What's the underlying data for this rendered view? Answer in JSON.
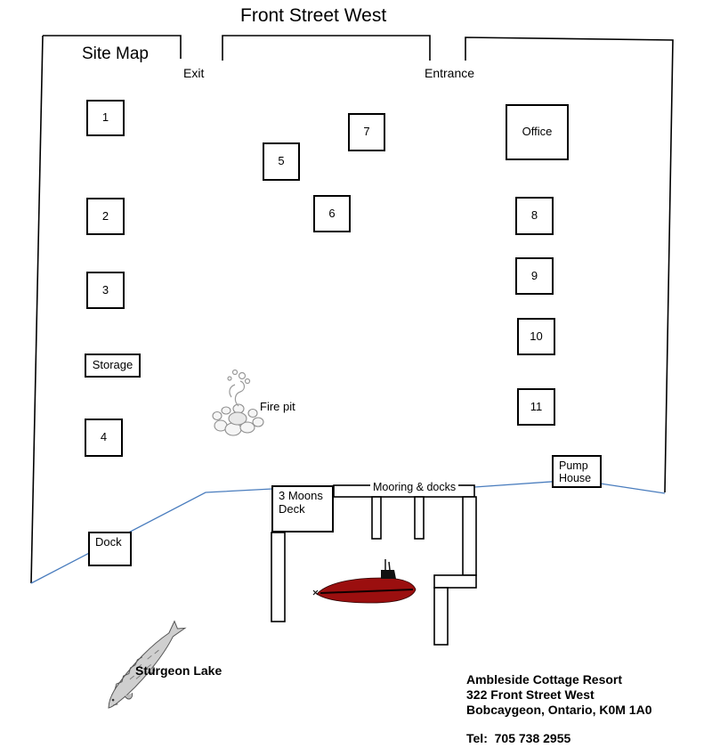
{
  "title": "Front Street West",
  "legend": {
    "site_map": "Site Map",
    "exit": "Exit",
    "entrance": "Entrance"
  },
  "cottages": [
    "1",
    "2",
    "3",
    "4",
    "5",
    "6",
    "7",
    "8",
    "9",
    "10",
    "11"
  ],
  "buildings": {
    "office": "Office",
    "storage": "Storage",
    "pump_house": "Pump House",
    "dock": "Dock",
    "three_moons_deck": "3 Moons Deck",
    "mooring": "Mooring & docks"
  },
  "features": {
    "fire_pit": "Fire pit",
    "sturgeon_lake": "Sturgeon Lake"
  },
  "illustrations": {
    "fire_pit": "fire-pit-sketch",
    "submarine": "red-submarine-sketch",
    "sturgeon": "sturgeon-fish-sketch"
  },
  "address": {
    "resort_name": "Ambleside Cottage Resort",
    "street": "322 Front Street West",
    "city": "Bobcaygeon, Ontario, K0M 1A0",
    "phone": "Tel:  705 738 2955"
  },
  "colors": {
    "boundary": "#000000",
    "shoreline": "#4a7dbe",
    "submarine_hull": "#9b0f0f"
  }
}
